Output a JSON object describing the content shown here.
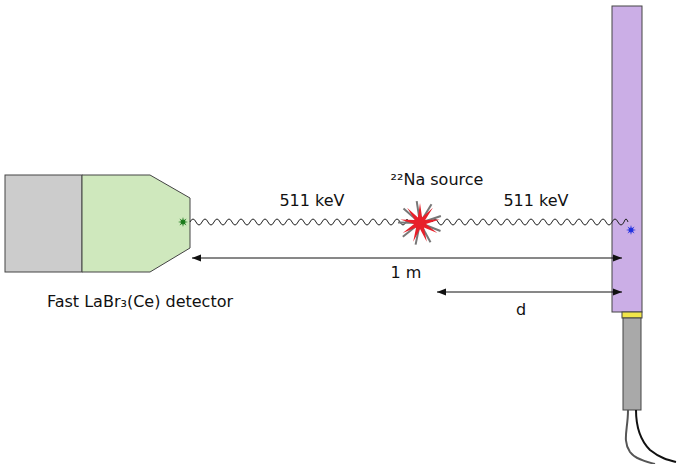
{
  "diagram": {
    "labels": [
      "²²Na source",
      "511 keV",
      "511 keV",
      "1 m",
      "d",
      "Fast LaBr₃(Ce) detector"
    ]
  }
}
